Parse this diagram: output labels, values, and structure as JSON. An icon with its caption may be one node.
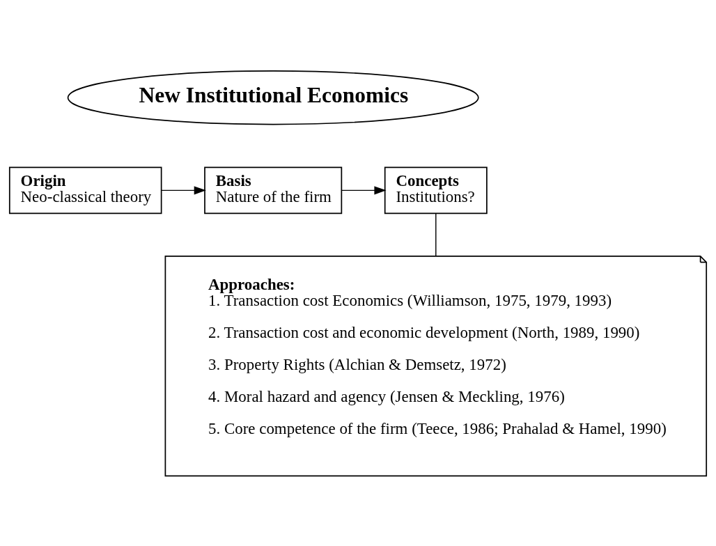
{
  "diagram": {
    "nodes": [
      {
        "text": [
          "New Institutional Economics"
        ]
      },
      {
        "text": [
          "Origin",
          "Neo-classical theory"
        ]
      },
      {
        "text": [
          "Basis",
          "Nature of the firm"
        ]
      },
      {
        "text": [
          "Concepts",
          "Institutions?"
        ]
      },
      {
        "text": [
          "Approaches:",
          "1. Transaction cost Economics (Williamson, 1975, 1979, 1993)",
          "2. Transaction cost and economic development (North, 1989, 1990)",
          "3. Property Rights (Alchian & Demsetz, 1972)",
          "4. Moral hazard and agency (Jensen & Meckling, 1976)",
          "5. Core competence of the firm (Teece, 1986; Prahalad & Hamel, 1990)"
        ]
      }
    ],
    "edges": [
      {
        "from": 1,
        "to": 2,
        "arrow": "to"
      },
      {
        "from": 2,
        "to": 3,
        "arrow": "to"
      },
      {
        "from": 3,
        "to": 4,
        "arrow": "none"
      }
    ]
  }
}
